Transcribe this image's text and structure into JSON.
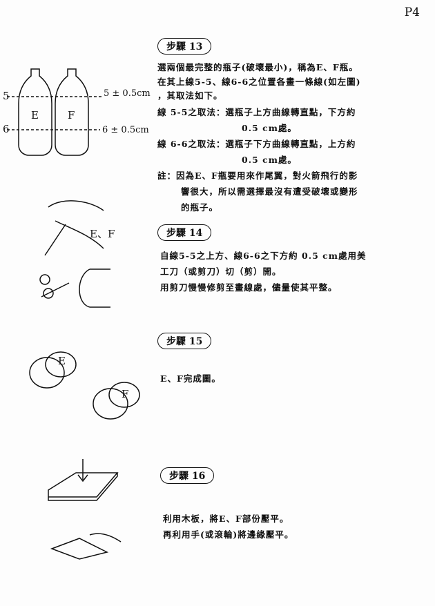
{
  "page_number": "P4",
  "figure": {
    "line5": "5",
    "line6": "6",
    "bottle_e": "E",
    "bottle_f": "F",
    "tol5": "5 ± 0.5cm",
    "tol6": "6 ± 0.5cm",
    "cut_label": "E、F",
    "ring_e": "E",
    "ring_f": "F"
  },
  "steps": [
    {
      "title": "步驟 13",
      "lines": [
        "選兩個最完整的瓶子(破壞最小)，稱為E、F瓶。",
        "在其上線5-5、線6-6之位置各畫一條線(如左圖)",
        "，其取法如下。",
        "線 5-5之取法：選瓶子上方曲線轉直點，下方約",
        "0.5 cm處。",
        "線 6-6之取法：選瓶子下方曲線轉直點，上方約",
        "0.5 cm處。",
        "註：因為E、F瓶要用來作尾翼，對火箭飛行的影",
        "響很大，所以需選擇最沒有遭受破壞或變形",
        "的瓶子。"
      ]
    },
    {
      "title": "步驟 14",
      "lines": [
        "自線5-5之上方、線6-6之下方約 0.5 cm處用美",
        "工刀（或剪刀）切（剪）開。",
        "用剪刀慢慢修剪至畫線處，儘量使其平整。"
      ]
    },
    {
      "title": "步驟 15",
      "lines": [
        "E、F完成圖。"
      ]
    },
    {
      "title": "步驟 16",
      "lines": [
        "利用木板，將E、F部份壓平。",
        "再利用手(或滾輪)將邊緣壓平。"
      ]
    }
  ]
}
